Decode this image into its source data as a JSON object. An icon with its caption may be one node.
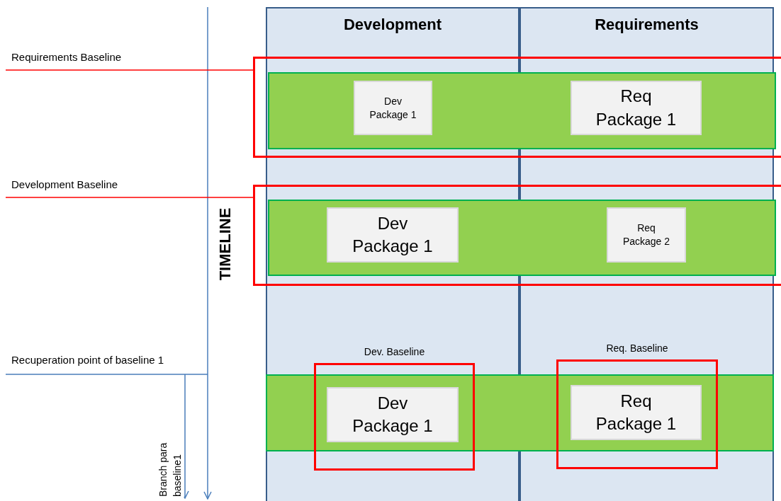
{
  "diagram": {
    "nodes": [
      {
        "text": [
          "Development"
        ]
      },
      {
        "text": [
          "Requirements"
        ]
      },
      {
        "text": [
          "Requirements Baseline"
        ]
      },
      {
        "text": [],
        "shape": "box"
      },
      {
        "text": [],
        "shape": "bar",
        "in": 3
      },
      {
        "text": [
          "Dev Package 1"
        ]
      },
      {
        "text": [
          "Req Package 1"
        ]
      },
      {
        "text": [
          "Development Baseline"
        ]
      },
      {
        "text": [],
        "shape": "box"
      },
      {
        "text": [],
        "shape": "bar",
        "in": 8
      },
      {
        "text": [
          "Dev Package 1"
        ]
      },
      {
        "text": [
          "Req Package 2"
        ]
      },
      {
        "text": [
          "Recuperation point of baseline 1"
        ]
      },
      {
        "text": [
          "Dev. Baseline"
        ],
        "in": 0
      },
      {
        "text": [
          "Req. Baseline"
        ],
        "in": 1
      },
      {
        "text": [],
        "shape": "bar"
      },
      {
        "text": [
          "Dev Package 1"
        ]
      },
      {
        "text": [
          "Req Package 1"
        ]
      }
    ],
    "edges": [
      {
        "from": 2,
        "to": 3,
        "arrow": "none",
        "color": "#ff0000"
      },
      {
        "from": 7,
        "to": 8,
        "arrow": "none",
        "color": "#ff0000"
      },
      {
        "from": 12,
        "to": null,
        "arrow": "to",
        "label": "Branch para baseline1",
        "color": "#4a7ebb"
      }
    ],
    "labels": [
      "TIMELINE"
    ]
  }
}
